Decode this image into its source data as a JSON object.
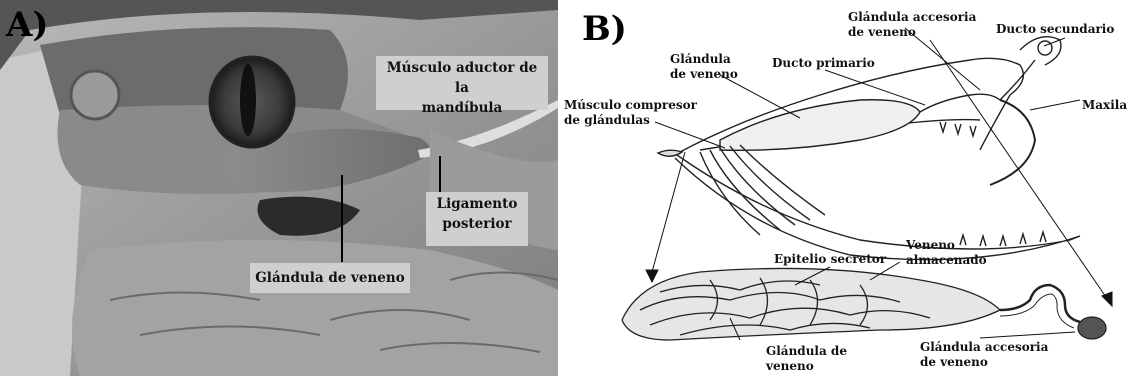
{
  "panel_a": {
    "letter": "A)",
    "labels": {
      "musculo_line1": "Músculo aductor de la",
      "musculo_line2": "mandíbula",
      "ligamento_line1": "Ligamento",
      "ligamento_line2": "posterior",
      "glandula": "Glándula de veneno"
    }
  },
  "panel_b": {
    "letter": "B)",
    "labels": {
      "glandula_accesoria_top_1": "Glándula accesoria",
      "glandula_accesoria_top_2": "de veneno",
      "ducto_secundario": "Ducto secundario",
      "glandula_veneno_top_1": "Glándula",
      "glandula_veneno_top_2": "de veneno",
      "ducto_primario": "Ducto primario",
      "musculo_compresor_1": "Músculo compresor",
      "musculo_compresor_2": "de glándulas",
      "maxila": "Maxila",
      "epitelio": "Epitelio secretor",
      "veneno_almacenado_1": "Veneno",
      "veneno_almacenado_2": "almacenado",
      "glandula_veneno_bottom_1": "Glándula de",
      "glandula_veneno_bottom_2": "veneno",
      "glandula_accesoria_bottom_1": "Glándula accesoria",
      "glandula_accesoria_bottom_2": "de veneno"
    }
  },
  "colors": {
    "photo_background": "#8e8e8e",
    "label_box": "#cfcfcf",
    "line": "#000000"
  }
}
